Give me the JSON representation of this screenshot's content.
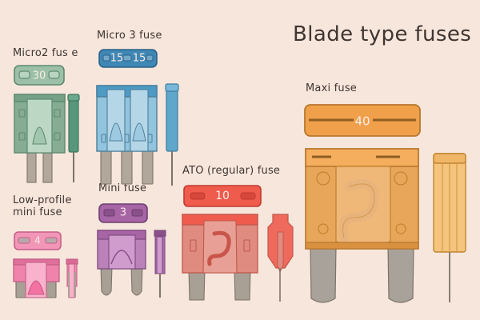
{
  "poster": {
    "title": "Blade type fuses",
    "background_color": "#f7e6dc",
    "text_color": "#3f3632"
  },
  "fuses": [
    {
      "id": "micro2",
      "label": "Micro2 fus e",
      "rating": "30",
      "color": "#7ea88d",
      "body_color": "#9cc0a7",
      "dark_color": "#5d8a70",
      "blade_color": "#b1a79b"
    },
    {
      "id": "micro3",
      "label": "Micro 3 fuse",
      "rating": "15",
      "rating_secondary": "15",
      "color": "#3f87b5",
      "body_color": "#85bcd8",
      "dark_color": "#2e6c92",
      "blade_color": "#b1a79b"
    },
    {
      "id": "low-profile-mini",
      "label": "Low-profile\nmini fuse",
      "rating": "4",
      "color": "#ef83ab",
      "body_color": "#f296b8",
      "dark_color": "#d95f8f",
      "blade_color": "#a9a095"
    },
    {
      "id": "mini",
      "label": "Mini fuse",
      "rating": "3",
      "color": "#a765a5",
      "body_color": "#bb82ba",
      "dark_color": "#7e4a80",
      "blade_color": "#a9a095"
    },
    {
      "id": "ato-regular",
      "label": "ATO (regular) fuse",
      "rating": "10",
      "color": "#ef5c4e",
      "body_color": "#e08b80",
      "dark_color": "#c9493d",
      "blade_color": "#a9a095"
    },
    {
      "id": "maxi",
      "label": "Maxi fuse",
      "rating": "40",
      "color": "#f0a04b",
      "body_color": "#e8a65b",
      "dark_color": "#b8772e",
      "blade_color": "#a8a29a"
    }
  ]
}
